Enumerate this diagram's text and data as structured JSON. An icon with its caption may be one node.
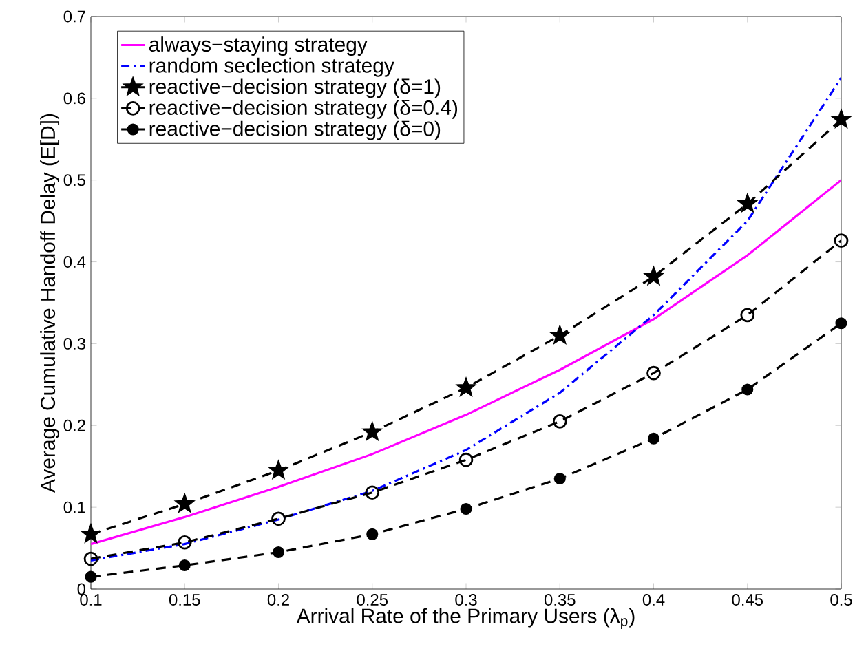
{
  "diagram": {
    "chart_data": {
      "type": "line",
      "xlabel": "Arrival Rate of the Primary Users (λ$_{p}$)",
      "ylabel": "Average Cumulative Handoff Delay (E[D])",
      "x": [
        0.1,
        0.15,
        0.2,
        0.25,
        0.3,
        0.35,
        0.4,
        0.45,
        0.5
      ],
      "xlim": [
        0.1,
        0.5
      ],
      "ylim": [
        0,
        0.7
      ],
      "xticks": [
        0.1,
        0.15,
        0.2,
        0.25,
        0.3,
        0.35,
        0.4,
        0.45,
        0.5
      ],
      "yticks": [
        0,
        0.1,
        0.2,
        0.3,
        0.4,
        0.5,
        0.6,
        0.7
      ],
      "legend": "upper left",
      "series": [
        {
          "name": "always−staying strategy",
          "color": "#ff00ff",
          "line_style": "solid",
          "marker": "none",
          "values": [
            0.055,
            0.088,
            0.125,
            0.165,
            0.213,
            0.268,
            0.33,
            0.408,
            0.5
          ]
        },
        {
          "name": "random seclection strategy",
          "color": "#0000ff",
          "line_style": "dashdot",
          "marker": "none",
          "values": [
            0.035,
            0.055,
            0.085,
            0.12,
            0.17,
            0.24,
            0.335,
            0.45,
            0.625
          ]
        },
        {
          "name": "reactive−decision strategy (δ=1)",
          "color": "#000000",
          "line_style": "dashed",
          "marker": "star",
          "values": [
            0.067,
            0.104,
            0.145,
            0.192,
            0.246,
            0.31,
            0.382,
            0.471,
            0.574
          ]
        },
        {
          "name": "reactive−decision strategy (δ=0.4)",
          "color": "#000000",
          "line_style": "dashed",
          "marker": "circle",
          "values": [
            0.037,
            0.057,
            0.086,
            0.118,
            0.158,
            0.205,
            0.264,
            0.335,
            0.426
          ]
        },
        {
          "name": "reactive−decision strategy (δ=0)",
          "color": "#000000",
          "line_style": "dashed",
          "marker": "filled-circle",
          "values": [
            0.015,
            0.029,
            0.045,
            0.067,
            0.098,
            0.135,
            0.184,
            0.244,
            0.325
          ]
        }
      ]
    }
  }
}
